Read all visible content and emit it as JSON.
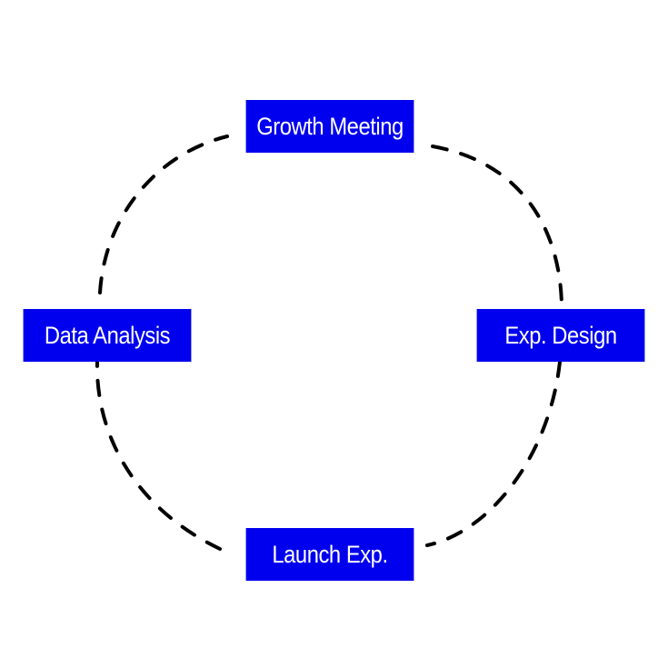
{
  "diagram": {
    "type": "cycle",
    "nodes": [
      {
        "id": "top",
        "label": "Growth Meeting"
      },
      {
        "id": "right",
        "label": "Exp. Design"
      },
      {
        "id": "bottom",
        "label": "Launch Exp."
      },
      {
        "id": "left",
        "label": "Data Analysis"
      }
    ],
    "edges": [
      {
        "from": "top",
        "to": "right",
        "style": "dashed"
      },
      {
        "from": "right",
        "to": "bottom",
        "style": "dashed"
      },
      {
        "from": "bottom",
        "to": "left",
        "style": "dashed"
      },
      {
        "from": "left",
        "to": "top",
        "style": "dashed"
      }
    ],
    "colors": {
      "node_fill": "#0000ee",
      "node_text": "#ffffff",
      "edge": "#000000",
      "background": "#ffffff"
    }
  }
}
